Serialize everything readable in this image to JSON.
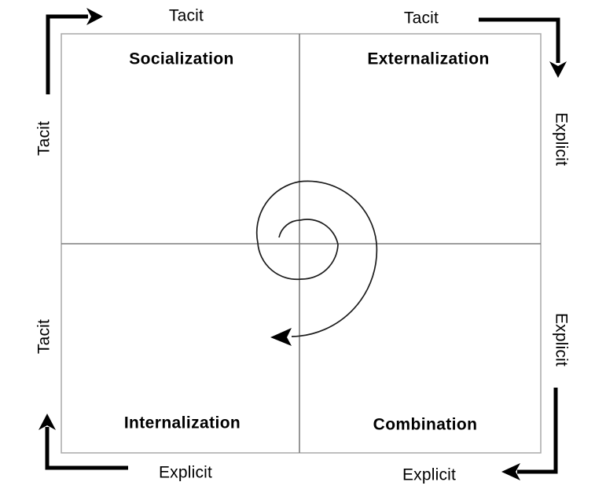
{
  "quadrants": {
    "top_left": "Socialization",
    "top_right": "Externalization",
    "bottom_left": "Internalization",
    "bottom_right": "Combination"
  },
  "axis_labels": {
    "top_left": "Tacit",
    "top_right": "Tacit",
    "bottom_left": "Explicit",
    "bottom_right": "Explicit",
    "left_top": "Tacit",
    "left_bottom": "Tacit",
    "right_top": "Explicit",
    "right_bottom": "Explicit"
  },
  "colors": {
    "ink": "#000000",
    "grid_line": "#7d7d7d",
    "matrix_border": "#a8a8a8",
    "background": "#ffffff"
  }
}
